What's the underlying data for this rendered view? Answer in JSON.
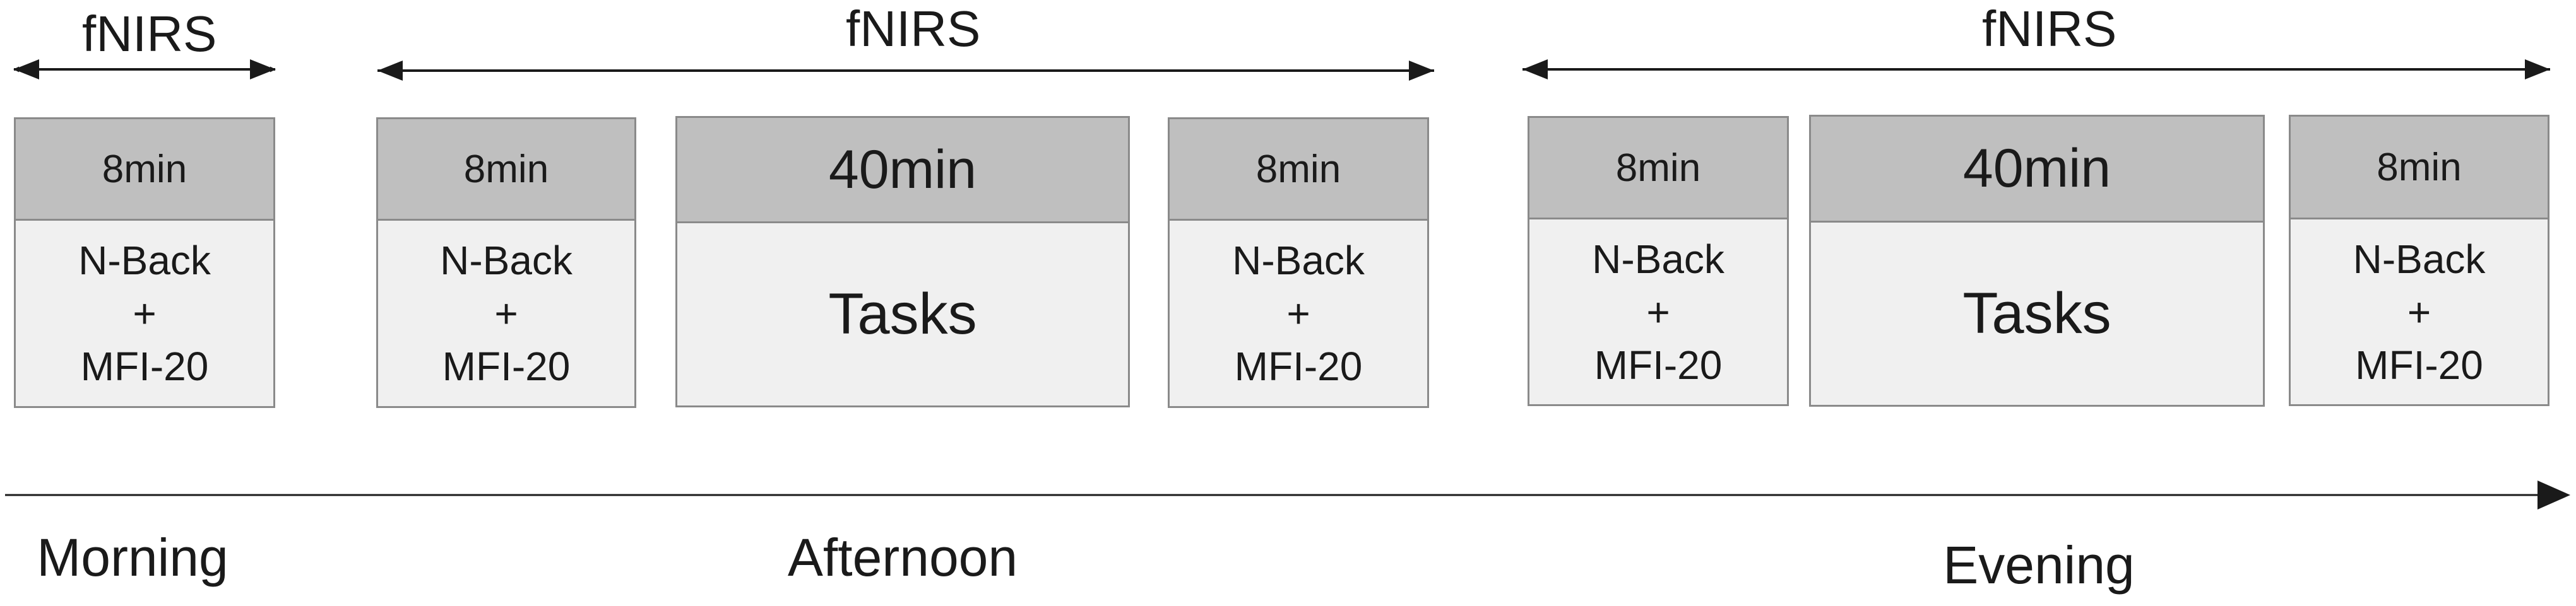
{
  "fnirs_label": "fNIRS",
  "block_text": {
    "short_duration": "8min",
    "long_duration": "40min",
    "test_line1": "N-Back",
    "test_line2": "+",
    "test_line3": "MFI-20",
    "tasks": "Tasks"
  },
  "phases": {
    "morning": "Morning",
    "afternoon": "Afternoon",
    "evening": "Evening"
  },
  "colors": {
    "header_fill": "#bfbfbf",
    "body_fill": "#f0f0f0",
    "border": "#8a8a8a",
    "line": "#1a1a1a"
  }
}
